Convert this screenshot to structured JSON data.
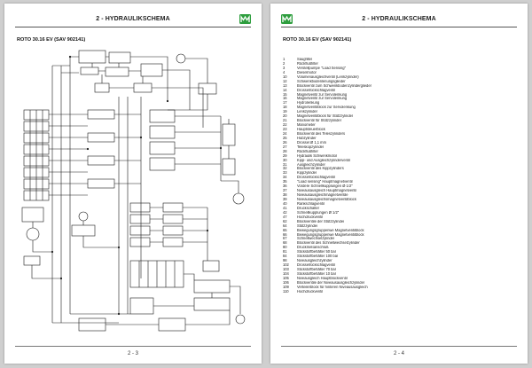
{
  "header": {
    "title": "2 - HYDRAULIKSCHEMA"
  },
  "subtitle": "ROTO 30.16 EV (SAV 902141)",
  "pages": {
    "left_number": "2 - 3",
    "right_number": "2 - 4"
  },
  "colors": {
    "brand_green": "#2e9e3e",
    "line": "#1a1a1a"
  },
  "legend": [
    {
      "num": "1",
      "text": "Saugfilter"
    },
    {
      "num": "2",
      "text": "Rückflußfilter"
    },
    {
      "num": "3",
      "text": "Verstellpumpe \"Load Sensing\""
    },
    {
      "num": "4",
      "text": "Dieselmotor"
    },
    {
      "num": "10",
      "text": "Volumenausgleichventil (Lenkzylinder)"
    },
    {
      "num": "12",
      "text": "Schwenkbodenlenungsglieder"
    },
    {
      "num": "13",
      "text": "Blockventil zum Schwenkbodenzylinderglieder"
    },
    {
      "num": "14",
      "text": "Drosselrückschlagventil"
    },
    {
      "num": "15",
      "text": "Magnetventil zur Servolenkung"
    },
    {
      "num": "16",
      "text": "Magnetventil zur Servolenkung"
    },
    {
      "num": "17",
      "text": "Hydrolenkung"
    },
    {
      "num": "18",
      "text": "Magnetventilblock zur Servolenkung"
    },
    {
      "num": "19",
      "text": "Lenkzylinder"
    },
    {
      "num": "20",
      "text": "Magnetventilblock für Stützzylinder"
    },
    {
      "num": "21",
      "text": "Blockventil für Stützzylinder"
    },
    {
      "num": "22",
      "text": "Manometer"
    },
    {
      "num": "23",
      "text": "Hauptsteuerblock"
    },
    {
      "num": "24",
      "text": "Blockventil des Teleszylinders"
    },
    {
      "num": "25",
      "text": "Hubzylinder"
    },
    {
      "num": "26",
      "text": "Drossel Ø 1,1 mm"
    },
    {
      "num": "27",
      "text": "Teleskopzylinder"
    },
    {
      "num": "28",
      "text": "Rückflußfilter"
    },
    {
      "num": "29",
      "text": "Hydraulik Schwenkmotor"
    },
    {
      "num": "30",
      "text": "Kipp- und Ausgleichzylinderventil"
    },
    {
      "num": "31",
      "text": "Ausgleichzylinder"
    },
    {
      "num": "32",
      "text": "Blockventil des Kippzylinders"
    },
    {
      "num": "33",
      "text": "Kippzylinder"
    },
    {
      "num": "34",
      "text": "Drosselrückschlagventil"
    },
    {
      "num": "35",
      "text": "\"Load sensing\" Hauptmagnetventil"
    },
    {
      "num": "36",
      "text": "Vordere Schnellkupplungen Ø 1/2\""
    },
    {
      "num": "37",
      "text": "Niveausausgleich Hauptmagnetventil"
    },
    {
      "num": "38",
      "text": "Niveausausgleichmagnetventile"
    },
    {
      "num": "39",
      "text": "Niveausausgleichsmagnetventilblock"
    },
    {
      "num": "40",
      "text": "Rankschlagventil"
    },
    {
      "num": "41",
      "text": "Druckschalter"
    },
    {
      "num": "42",
      "text": "Schnellkupplungen Ø 1/2\""
    },
    {
      "num": "47",
      "text": "Hochdruckventil"
    },
    {
      "num": "62",
      "text": "Blockventile der Stützzylinder"
    },
    {
      "num": "64",
      "text": "Stützzylinder"
    },
    {
      "num": "65",
      "text": "Bewegungsgruppenwe Magnetventilblock"
    },
    {
      "num": "66",
      "text": "Bewegungsgruppenwe Magnetventilblock"
    },
    {
      "num": "67",
      "text": "Schnellwechselzylinder"
    },
    {
      "num": "68",
      "text": "Blockventil des Schnellwechselzylinder"
    },
    {
      "num": "80",
      "text": "Druckmeßanschluß"
    },
    {
      "num": "81",
      "text": "Stickstoffbehälter 50 bar"
    },
    {
      "num": "84",
      "text": "Stickstoffbehälter 100 bar"
    },
    {
      "num": "98",
      "text": "Niveausgleichzylinder"
    },
    {
      "num": "102",
      "text": "Drosselrückschlagventil"
    },
    {
      "num": "103",
      "text": "Stickstoffbehälter 70 bar"
    },
    {
      "num": "104",
      "text": "Stickstoffbehälter 10 bar"
    },
    {
      "num": "105",
      "text": "Niveausgleich Hauptblockventil"
    },
    {
      "num": "106",
      "text": "Blockventile der Niveausausgleichzylinder"
    },
    {
      "num": "109",
      "text": "Verteilerblock für hinteren Niveausausgleich"
    },
    {
      "num": "110",
      "text": "Hochdruckventil"
    }
  ]
}
